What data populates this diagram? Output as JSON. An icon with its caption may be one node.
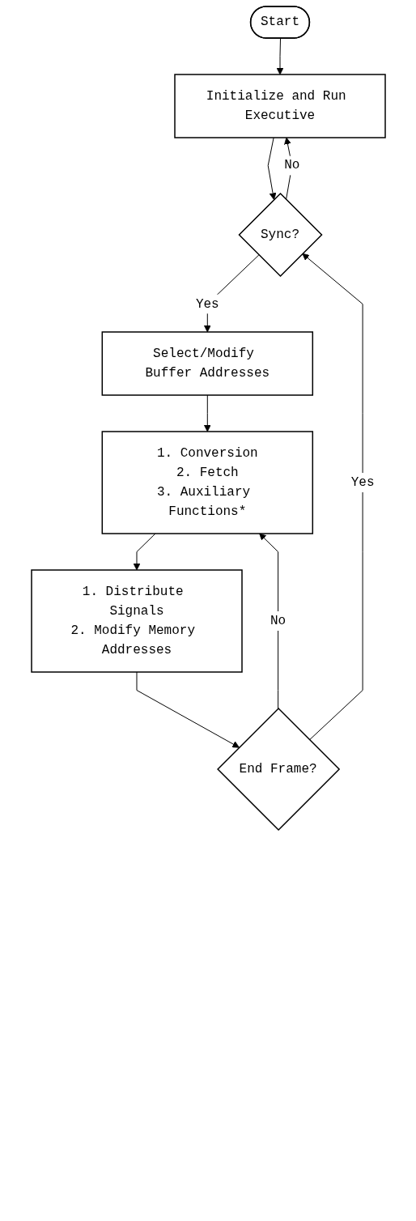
{
  "diagram": {
    "nodes": [
      {
        "text": [
          "Start"
        ]
      },
      {
        "text": [
          "Initialize and Run Executive"
        ]
      },
      {
        "text": [
          "Sync?"
        ]
      },
      {
        "text": [
          "Select/Modify Buffer Addresses"
        ]
      },
      {
        "text": [
          "1. Conversion",
          "2. Fetch",
          "3. Auxiliary Functions*"
        ]
      },
      {
        "text": [
          "1. Distribute Signals",
          "2. Modify Memory Addresses"
        ]
      },
      {
        "text": [
          "End Frame?"
        ]
      }
    ],
    "edges": [
      {
        "from": 0,
        "to": 1,
        "arrow": "to"
      },
      {
        "from": 1,
        "to": 2,
        "arrow": "to"
      },
      {
        "from": 2,
        "to": 1,
        "label": "No",
        "arrow": "to"
      },
      {
        "from": 2,
        "to": 3,
        "label": "Yes",
        "arrow": "to"
      },
      {
        "from": 3,
        "to": 4,
        "arrow": "to"
      },
      {
        "from": 4,
        "to": 5,
        "arrow": "to"
      },
      {
        "from": 5,
        "to": 6,
        "arrow": "to"
      },
      {
        "from": 6,
        "to": 4,
        "label": "No",
        "arrow": "to"
      },
      {
        "from": 6,
        "to": 2,
        "label": "Yes",
        "arrow": "to"
      }
    ]
  }
}
